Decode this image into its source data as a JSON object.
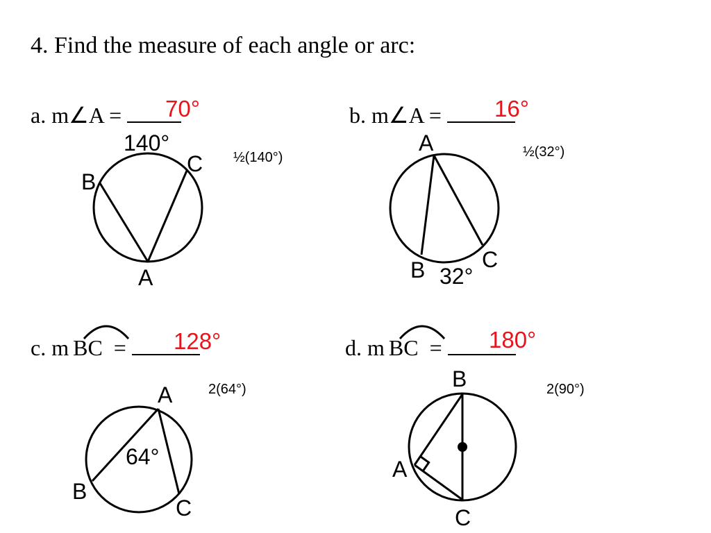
{
  "title": "4.   Find the measure of each angle or arc:",
  "problems": {
    "a": {
      "prefix": "a.  m∠A = ",
      "answer": "70°",
      "work": "½(140°)",
      "arc_label": "140°",
      "points": [
        "A",
        "B",
        "C"
      ]
    },
    "b": {
      "prefix": "b.  m∠A = ",
      "answer": "16°",
      "work": "½(32°)",
      "arc_label": "32°",
      "points": [
        "A",
        "B",
        "C"
      ]
    },
    "c": {
      "prefix_letter": "c.  m",
      "arc_name": "BC",
      "equals": "  = ",
      "answer": "128°",
      "work": "2(64°)",
      "angle_label": "64°",
      "points": [
        "A",
        "B",
        "C"
      ]
    },
    "d": {
      "prefix_letter": "d.  m",
      "arc_name": "BC",
      "equals": "  = ",
      "answer": "180°",
      "work": "2(90°)",
      "points": [
        "A",
        "B",
        "C"
      ]
    }
  },
  "colors": {
    "answer": "#e8141c",
    "ink": "#000000"
  }
}
